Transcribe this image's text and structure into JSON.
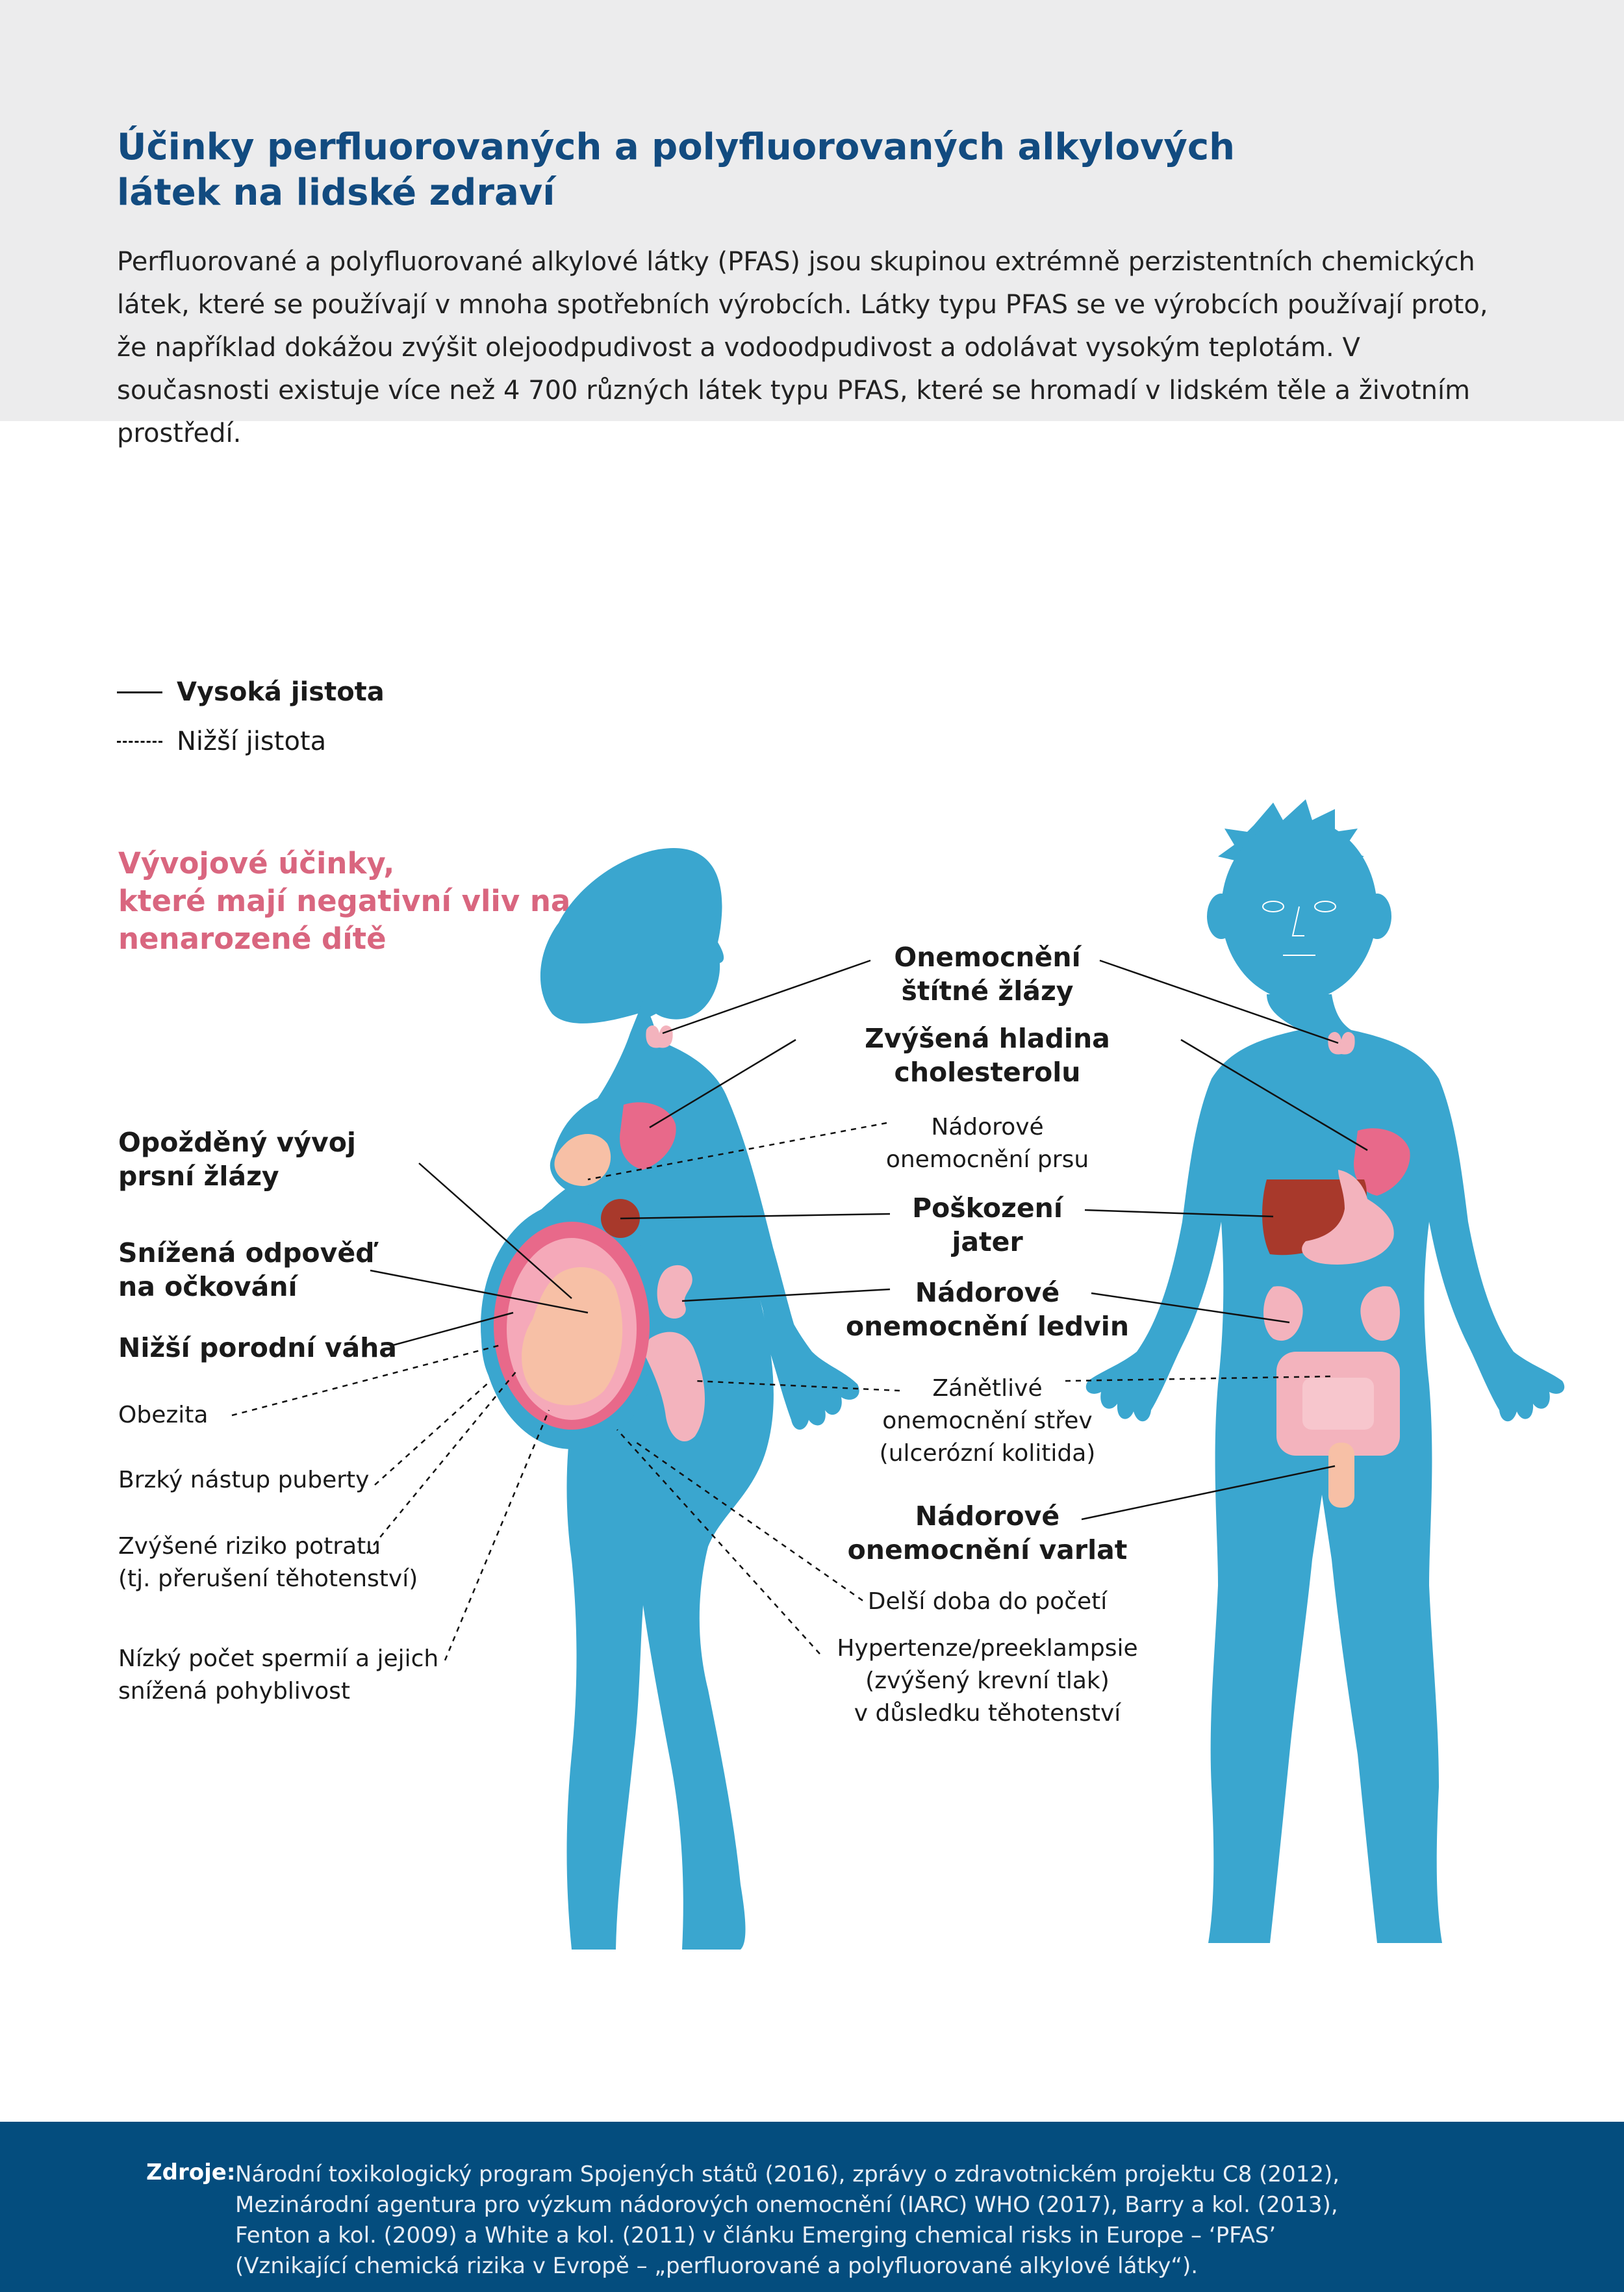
{
  "header": {
    "title": "Účinky perfluorovaných a polyfluorovaných alkylových\nlátek na lidské zdraví",
    "intro": "Perfluorované a polyfluorované alkylové látky (PFAS) jsou skupinou extrémně perzistentních chemických látek, které se používají v mnoha spotřebních výrobcích. Látky typu PFAS se ve výrobcích používají proto, že například dokážou zvýšit olejoodpudivost a vodoodpudivost a odolávat vysokým teplotám. V současnosti existuje více než 4 700 různých látek typu PFAS, které se hromadí v lidském těle a životním prostředí."
  },
  "legend": {
    "high": "Vysoká jistota",
    "low": "Nižší jistota"
  },
  "developmental_title": "Vývojové účinky,\nkteré mají negativní vliv na\nnenarozené dítě",
  "labels": {
    "thyroid": "Onemocnění\nštítné žlázy",
    "cholesterol": "Zvýšená hladina\ncholesterolu",
    "breast_cancer": "Nádorové\nonemocnění prsu",
    "liver": "Poškození\njater",
    "kidney_cancer": "Nádorové\nonemocnění ledvin",
    "colitis": "Zánětlivé\nonemocnění střev\n(ulcerózní kolitida)",
    "testicular_cancer": "Nádorové\nonemocnění varlat",
    "conception": "Delší doba do početí",
    "hypertension": "Hypertenze/preeklampsie\n(zvýšený krevní tlak)\nv důsledku těhotenství",
    "mammary": "Opožděný vývoj\nprsní žlázy",
    "vaccination": "Snížená odpověď\nna očkování",
    "birth_weight": "Nižší porodní váha",
    "obesity": "Obezita",
    "puberty": "Brzký nástup puberty",
    "miscarriage": "Zvýšené riziko potratu\n(tj. přerušení těhotenství)",
    "sperm": "Nízký počet spermií a jejich\nsnížená pohyblivost"
  },
  "colors": {
    "body": "#3aa6cf",
    "organ_pink": "#e8698a",
    "organ_light": "#f3b3bd",
    "liver": "#a8392b",
    "skin": "#f7c0a6",
    "title": "#124b80",
    "accent": "#d9667f",
    "footer": "#044d7e"
  },
  "footer": {
    "label": "Zdroje:",
    "text": "Národní toxikologický program Spojených států (2016), zprávy o zdravotnickém projektu C8 (2012),\nMezinárodní agentura pro výzkum nádorových onemocnění (IARC) WHO (2017), Barry a kol. (2013),\nFenton a kol. (2009) a White a kol. (2011) v článku Emerging chemical risks in Europe – ‘PFAS’\n(Vznikající chemická rizika v Evropě – „perfluorované a polyfluorované alkylové látky“)."
  }
}
